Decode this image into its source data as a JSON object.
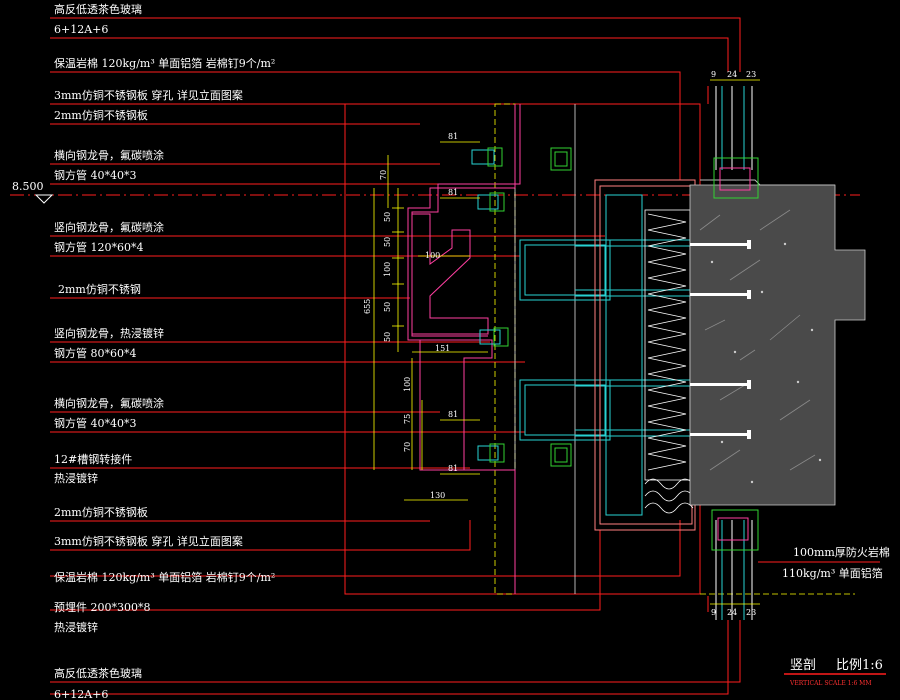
{
  "labels": [
    "高反低透茶色玻璃",
    "6+12A+6",
    "保温岩棉 120kg/m³ 单面铝箔 岩棉钉9个/m²",
    "3mm仿铜不锈钢板 穿孔 详见立面图案",
    "2mm仿铜不锈钢板",
    "横向钢龙骨，氟碳喷涂",
    "钢方管 40*40*3",
    "竖向钢龙骨，氟碳喷涂",
    "钢方管 120*60*4",
    "2mm仿铜不锈钢",
    "竖向钢龙骨，热浸镀锌",
    "钢方管 80*60*4",
    "横向钢龙骨，氟碳喷涂",
    "钢方管 40*40*3",
    "12#槽钢转接件",
    "热浸镀锌",
    "2mm仿铜不锈钢板",
    "3mm仿铜不锈钢板 穿孔 详见立面图案",
    "保温岩棉 120kg/m³ 单面铝箔 岩棉钉9个/m²",
    "预埋件 200*300*8",
    "热浸镀锌",
    "高反低透茶色玻璃",
    "6+12A+6"
  ],
  "level_mark": "8.500",
  "right_notes": [
    "100mm厚防火岩棉",
    "110kg/m³ 单面铝箔"
  ],
  "top_dims": [
    "9",
    "24",
    "23"
  ],
  "bottom_dims": [
    "9",
    "24",
    "23"
  ],
  "dims": {
    "d81a": "81",
    "d81b": "81",
    "d70": "70",
    "d50a": "50",
    "d50b": "50",
    "d100v": "100",
    "d50c": "50",
    "d50d": "50",
    "d655": "655",
    "d100h": "100",
    "d151": "151",
    "d100b": "100",
    "d81c": "81",
    "d75": "75",
    "d70b": "70",
    "d81d": "81",
    "d130": "130"
  },
  "title": {
    "name": "竖剖",
    "scale": "比例1:6",
    "sub": "VERTICAL SCALE 1:6 MM"
  },
  "colors": {
    "background": "#000000",
    "leader": "#ff1e1e",
    "text": "#ffffff",
    "dim": "#ffff00",
    "steel": "#ff3fa0",
    "cyan": "#27d3d3",
    "concrete": "#4a4a4a",
    "green": "#32d232"
  }
}
